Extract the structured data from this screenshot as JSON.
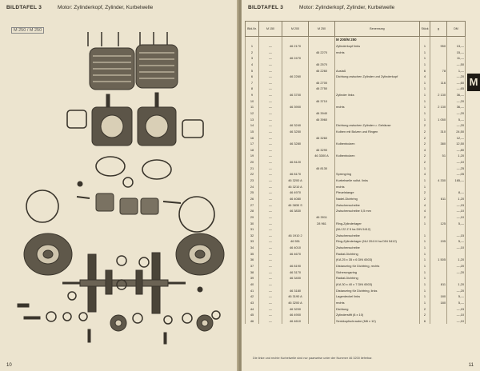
{
  "left": {
    "plate_label": "BILDTAFEL 3",
    "subtitle": "Motor: Zylinderkopf, Zylinder, Kurbelwelle",
    "model_label": "M 250 / M 250",
    "page_number": "10"
  },
  "right": {
    "plate_label": "BILDTAFEL 3",
    "subtitle": "Motor: Zylinderkopf, Zylinder, Kurbelwelle",
    "page_number": "11",
    "tab_letter": "M",
    "headers": [
      "Bild-Nr.",
      "M 150",
      "M 200",
      "M 250",
      "Benennung",
      "Stück",
      "g",
      "DM"
    ],
    "rows": [
      [
        "",
        "",
        "",
        "",
        "M 200/M 250",
        "",
        "",
        ""
      ],
      [
        "1",
        "—",
        "46 2170",
        "",
        "Zylinderkopf links",
        "1",
        "950",
        "13,—"
      ],
      [
        "2",
        "—",
        "",
        "46 2270",
        "rechts",
        "1",
        "",
        "15,—"
      ],
      [
        "3",
        "—",
        "46 2470",
        "",
        "",
        "1",
        "",
        "11,—"
      ],
      [
        "4",
        "—",
        "",
        "46 2570",
        "",
        "1",
        "",
        "—,50"
      ],
      [
        "5",
        "—",
        "",
        "46 2260",
        "Auslaß",
        "6",
        "78",
        "1,—"
      ],
      [
        "6",
        "—",
        "46 2260",
        "",
        "Dichtung zwischen Zylinder und Zylinderkopf",
        "4",
        "",
        "—,20"
      ],
      [
        "7",
        "—",
        "",
        "46 2700",
        "",
        "1",
        "116",
        "—,60"
      ],
      [
        "8",
        "—",
        "",
        "46 2750",
        "",
        "1",
        "",
        "—,65"
      ],
      [
        "9",
        "—",
        "46 3700",
        "",
        "Zylinder links",
        "1",
        "2 130",
        "36,—"
      ],
      [
        "10",
        "—",
        "",
        "46 3710",
        "",
        "1",
        "",
        "—,20"
      ],
      [
        "11",
        "—",
        "46 3900",
        "",
        "rechts",
        "1",
        "2 130",
        "36,—"
      ],
      [
        "12",
        "—",
        "",
        "46 3940",
        "",
        "1",
        "",
        "—,20"
      ],
      [
        "13",
        "—",
        "",
        "46 3960",
        "",
        "1",
        "1 050",
        "5,—"
      ],
      [
        "14",
        "—",
        "46 3240",
        "",
        "Dichtung zwischen Zylinder u. Gehäuse",
        "2",
        "",
        "—,20"
      ],
      [
        "15",
        "—",
        "46 3250",
        "",
        "Kolben mit Bolzen und Ringen",
        "2",
        "310",
        "24,50"
      ],
      [
        "16",
        "—",
        "",
        "46 3260",
        "",
        "2",
        "",
        "12,—"
      ],
      [
        "17",
        "—",
        "46 3280",
        "",
        "Kolbenbolzen",
        "2",
        "380",
        "12,50"
      ],
      [
        "18",
        "—",
        "",
        "46 3290",
        "",
        "4",
        "",
        "—,80"
      ],
      [
        "19",
        "—",
        "",
        "46 3300 A",
        "Kolbenbolzen",
        "2",
        "51",
        "1,20"
      ],
      [
        "20",
        "—",
        "46 8120",
        "",
        "",
        "2",
        "",
        "—,10"
      ],
      [
        "21",
        "—",
        "",
        "46 8130",
        "",
        "1",
        "",
        "—,25"
      ],
      [
        "22",
        "—",
        "46 8170",
        "",
        "Sprengring",
        "4",
        "",
        "—,05"
      ],
      [
        "23",
        "—",
        "46 3200 A",
        "",
        "Kurbelwelle vollst. links",
        "1",
        "4 330",
        "165,—"
      ],
      [
        "24",
        "—",
        "46 3210 A",
        "",
        "rechts",
        "1",
        "",
        ""
      ],
      [
        "25",
        "—",
        "46 4970",
        "",
        "Pleuelstange",
        "2",
        "",
        "8,—"
      ],
      [
        "26",
        "—",
        "46 4080",
        "",
        "Nadel-Dichtring",
        "2",
        "611",
        "1,20"
      ],
      [
        "27",
        "—",
        "46 3830 S",
        "",
        "Zwischenscheibe",
        "4",
        "",
        "—,15"
      ],
      [
        "28",
        "—",
        "46 3830",
        "",
        "Zwischenscheibe 0,5 mm",
        "4",
        "",
        "—,10"
      ],
      [
        "29",
        "—",
        "",
        "46 3911",
        "",
        "2",
        "",
        "—,10"
      ],
      [
        "30",
        "—",
        "",
        "28 961",
        "Ring-Zylinderlager",
        "1",
        "125",
        "5,—"
      ],
      [
        "31",
        "—",
        "",
        "",
        "(NU 22 Z 5 ha DIN 5412)",
        "",
        "",
        ""
      ],
      [
        "32",
        "—",
        "46 1910 2",
        "",
        "Zwischenscheibe",
        "1",
        "",
        "—,15"
      ],
      [
        "33",
        "—",
        "46 551",
        "",
        "Ring-Zylinderlager (NU 204 M ha DIN 5412)",
        "1",
        "195",
        "5,—"
      ],
      [
        "34",
        "—",
        "46 4010",
        "",
        "Zwischenscheibe",
        "1",
        "",
        "—,10"
      ],
      [
        "35",
        "—",
        "46 4670",
        "",
        "Radial-Dichtring",
        "1",
        "",
        ""
      ],
      [
        "36",
        "—",
        "",
        "",
        "(KA 25 x 35 x 6 DIN 6503)",
        "1",
        "1 505",
        "1,20"
      ],
      [
        "37",
        "—",
        "46 8190",
        "",
        "Distanzring für Dichtring, rechts",
        "1",
        "",
        "—,20"
      ],
      [
        "38",
        "—",
        "46 3170",
        "",
        "Sicherungsring",
        "1",
        "",
        "—,20"
      ],
      [
        "39",
        "—",
        "46 3400",
        "",
        "Radial-Dichtring",
        "1",
        "",
        ""
      ],
      [
        "40",
        "—",
        "",
        "",
        "(KA 30 x 40 x 7 DIN 6503)",
        "1",
        "811",
        "1,20"
      ],
      [
        "41",
        "—",
        "46 3180",
        "",
        "Distanzring für Dichtring, links",
        "1",
        "",
        "—,20"
      ],
      [
        "42",
        "—",
        "46 3190 A",
        "",
        "Lagerdeckel links",
        "1",
        "180",
        "5,—"
      ],
      [
        "43",
        "—",
        "46 3200 A",
        "",
        "rechts",
        "1",
        "180",
        "5,—"
      ],
      [
        "44",
        "—",
        "46 3200",
        "",
        "Dichtung",
        "2",
        "",
        "—,15"
      ],
      [
        "45",
        "—",
        "46 4900",
        "",
        "Zylinderstift (8 x 10)",
        "2",
        "",
        "—,10"
      ],
      [
        "46",
        "—",
        "46 4610",
        "",
        "Senkkopfschraube (M6 x 12)",
        "6",
        "",
        "—,10"
      ]
    ],
    "footnote": "Die linke und rechte Kurbelwelle sind nur paarweise unter der Nummer 46 3200 lieferbar."
  }
}
